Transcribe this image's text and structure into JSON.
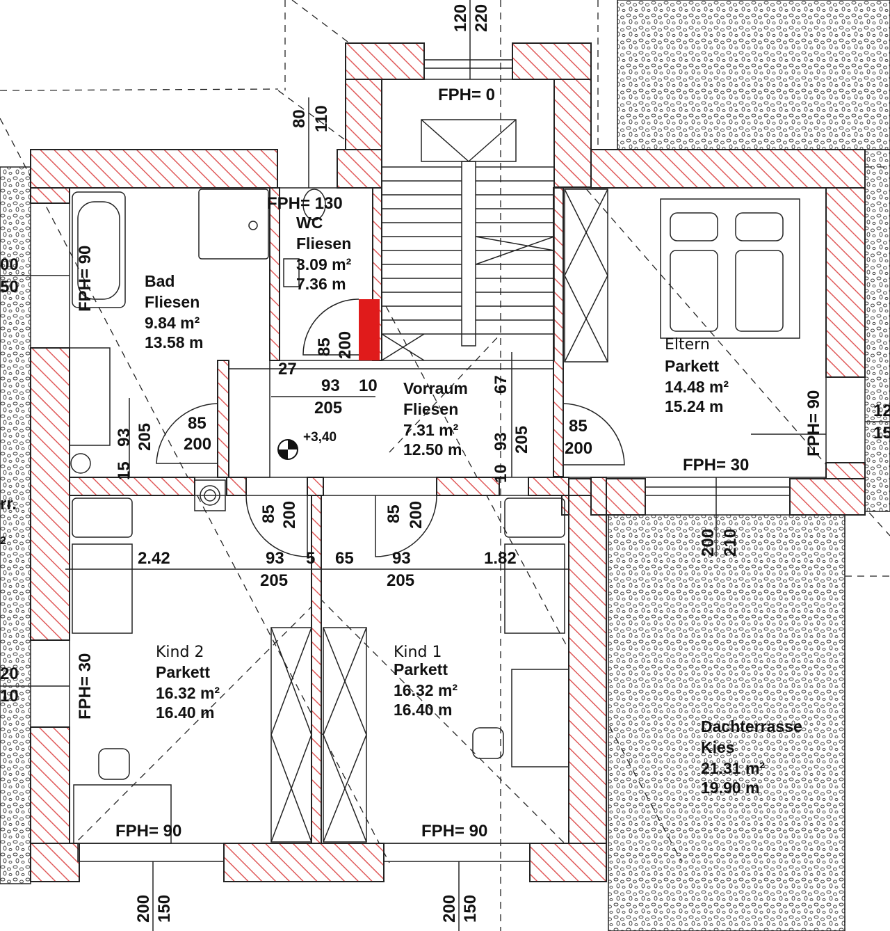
{
  "rooms": {
    "bad": {
      "name": "Bad",
      "floor": "Fliesen",
      "area": "9.84 m²",
      "perimeter": "13.58 m"
    },
    "wc": {
      "fph": "FPH= 130",
      "name": "WC",
      "floor": "Fliesen",
      "area": "3.09 m²",
      "perimeter": "7.36 m"
    },
    "vorraum": {
      "name": "Vorraum",
      "floor": "Fliesen",
      "area": "7.31 m²",
      "perimeter": "12.50 m"
    },
    "eltern": {
      "name": "Eltern",
      "floor": "Parkett",
      "area": "14.48 m²",
      "perimeter": "15.24 m"
    },
    "kind2": {
      "name": "Kind 2",
      "floor": "Parkett",
      "area": "16.32 m²",
      "perimeter": "16.40 m"
    },
    "kind1": {
      "name": "Kind 1",
      "floor": "Parkett",
      "area": "16.32 m²",
      "perimeter": "16.40 m"
    },
    "dachterrasse": {
      "name": "Dachterrasse",
      "floor": "Kies",
      "area": "21.31 m²",
      "perimeter": "19.90 m"
    }
  },
  "fph": {
    "stair": "FPH= 0",
    "bad": "FPH= 90",
    "eltern_right": "FPH= 90",
    "eltern_bottom": "FPH= 30",
    "kind2_left": "FPH= 30",
    "kind2_bottom": "FPH= 90",
    "kind1_bottom": "FPH= 90"
  },
  "elevation": "+3,40",
  "dims": {
    "top_120": "120",
    "top_220": "220",
    "wc_80": "80",
    "wc_110": "110",
    "wcdoor_85": "85",
    "wcdoor_200": "200",
    "d27": "27",
    "d93a": "93",
    "d10a": "10",
    "d205a": "205",
    "baddoor_85": "85",
    "baddoor_200": "200",
    "bad_93": "93",
    "bad_205": "205",
    "bad_15": "15",
    "v67": "67",
    "v93": "93",
    "v205": "205",
    "v10": "10",
    "elt_85": "85",
    "elt_200": "200",
    "k2door_85": "85",
    "k2door_200": "200",
    "k1door_85": "85",
    "k1door_200": "200",
    "r242": "2.42",
    "r93b": "93",
    "r5": "5",
    "r65": "65",
    "r93c": "93",
    "r182": "1.82",
    "r205b": "205",
    "r205c": "205",
    "term_200": "200",
    "term_210": "210",
    "bot_200a": "200",
    "bot_150a": "150",
    "bot_200b": "200",
    "bot_150b": "150",
    "left_00": "00",
    "left_50": "50",
    "left_20": "20",
    "left_10": "10",
    "left_rr": "rr.",
    "left_2": "2",
    "right_12": "12",
    "right_15": "15"
  }
}
